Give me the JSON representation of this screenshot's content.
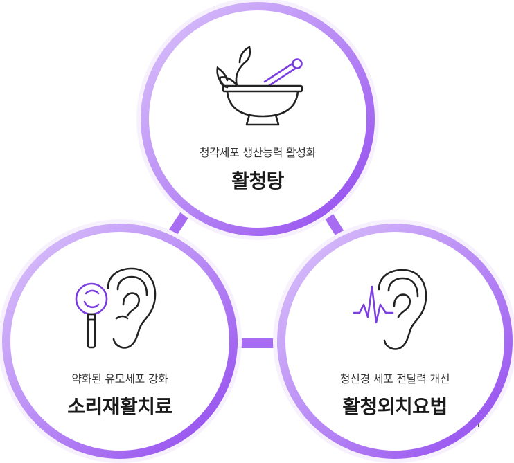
{
  "colors": {
    "accent_light": "#dcc6fb",
    "accent": "#b98bf5",
    "accent_dark": "#8f45ee",
    "connector": "#a76cf2",
    "icon_line": "#222222",
    "icon_accent": "#7b3fe0"
  },
  "nodes": [
    {
      "subtitle": "청각세포 생산능력 활성화",
      "title": "활청탕",
      "icon": "mortar-pestle-herb-icon"
    },
    {
      "subtitle": "약화된 유모세포 강화",
      "title": "소리재활치료",
      "icon": "magnifier-ear-icon"
    },
    {
      "subtitle": "청신경 세포 전달력 개선",
      "title": "활청외치요법",
      "icon": "pulse-ear-icon"
    }
  ]
}
